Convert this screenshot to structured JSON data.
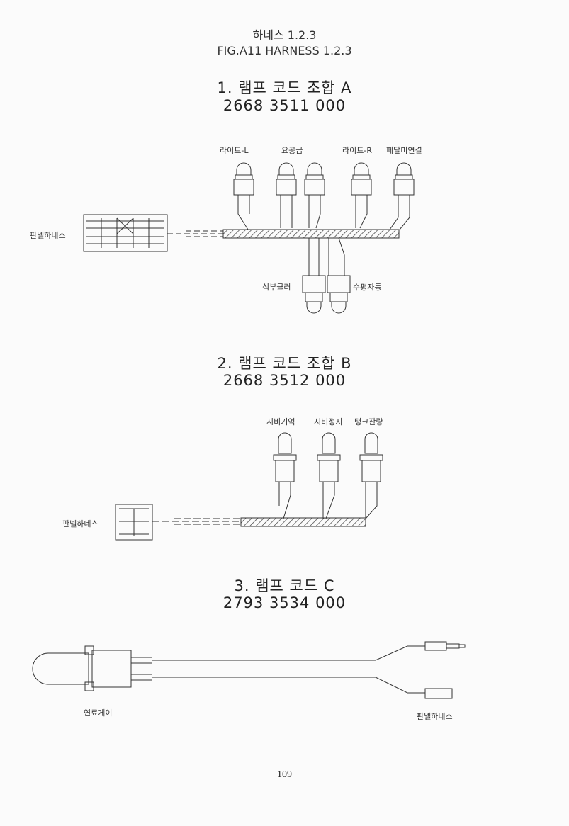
{
  "header": {
    "title_ko": "하네스 1.2.3",
    "title_en": "FIG.A11  HARNESS 1.2.3"
  },
  "sections": [
    {
      "title": "1. 램프 코드 조합 A",
      "part_no": "2668 3511 000",
      "labels": {
        "connector": "판넬하네스",
        "top": [
          "라이트-L",
          "요공급",
          "라이트-R",
          "페달미연결"
        ],
        "bottom": [
          "식부클러",
          "수평자동"
        ]
      }
    },
    {
      "title": "2. 램프 코드 조합 B",
      "part_no": "2668 3512 000",
      "labels": {
        "connector": "판넬하네스",
        "top": [
          "시비기억",
          "시비정지",
          "탱크잔량"
        ]
      }
    },
    {
      "title": "3. 램프 코드 C",
      "part_no": "2793 3534 000",
      "labels": {
        "lamp": "연료게이",
        "connector": "판넬하네스"
      }
    }
  ],
  "page_number": "109"
}
